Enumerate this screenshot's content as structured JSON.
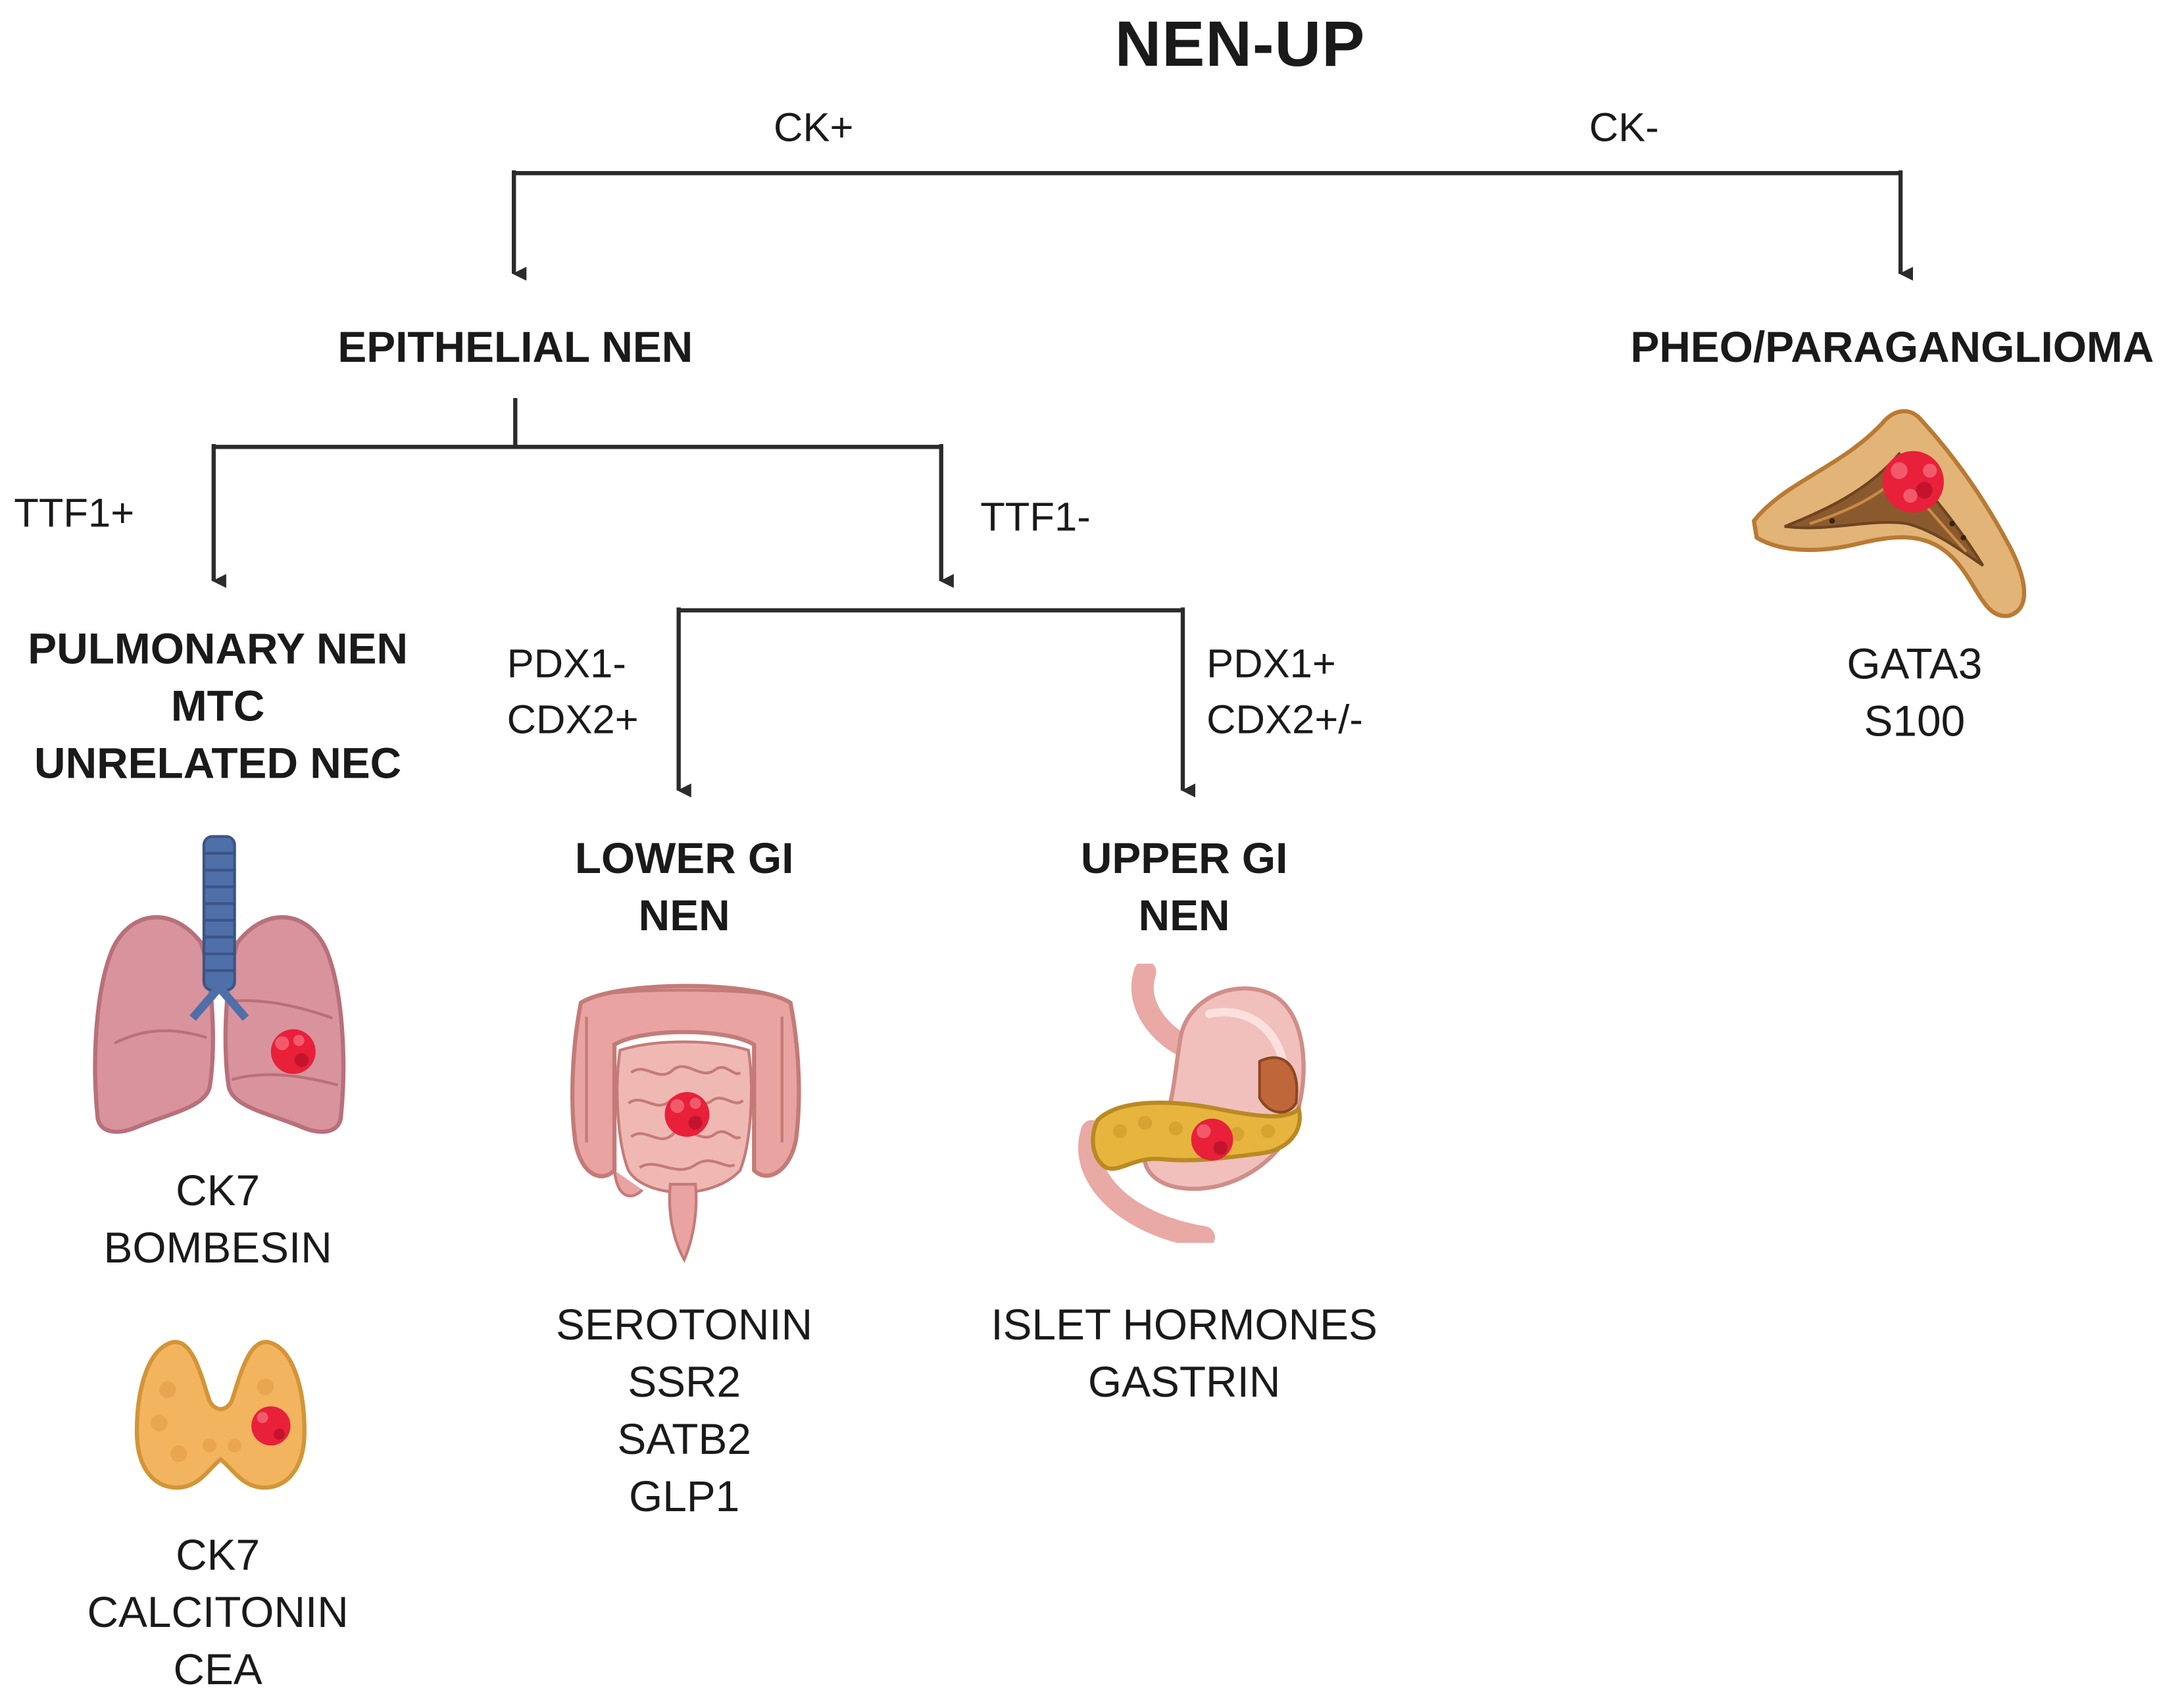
{
  "title": "NEN-UP",
  "edges": {
    "ck_pos": "CK+",
    "ck_neg": "CK-",
    "ttf1_pos": "TTF1+",
    "ttf1_neg": "TTF1-",
    "pdx1_neg": [
      "PDX1-",
      "CDX2+"
    ],
    "pdx1_pos": [
      "PDX1+",
      "CDX2+/-"
    ]
  },
  "nodes": {
    "epithelial": "EPITHELIAL NEN",
    "pheo": "PHEO/PARAGANGLIOMA",
    "pulmonary": [
      "PULMONARY NEN",
      "MTC",
      "UNRELATED NEC"
    ],
    "lower_gi": [
      "LOWER GI",
      "NEN"
    ],
    "upper_gi": [
      "UPPER GI",
      "NEN"
    ]
  },
  "markers": {
    "pheo": [
      "GATA3",
      "S100"
    ],
    "lung": [
      "CK7",
      "BOMBESIN"
    ],
    "thyroid": [
      "CK7",
      "CALCITONIN",
      "CEA"
    ],
    "lower_gi": [
      "SEROTONIN",
      "SSR2",
      "SATB2",
      "GLP1"
    ],
    "upper_gi": [
      "ISLET HORMONES",
      "GASTRIN"
    ]
  },
  "icons": [
    "adrenal-gland-icon",
    "lungs-icon",
    "thyroid-icon",
    "intestine-icon",
    "stomach-pancreas-icon"
  ],
  "colors": {
    "line": "#2b2b2b",
    "tumor": "#e8203a",
    "lung": "#d9939c",
    "trachea": "#4f6fa8",
    "thyroid": "#f2b45f",
    "intestine": "#e9a3a0",
    "adrenal": "#d99a4e"
  }
}
